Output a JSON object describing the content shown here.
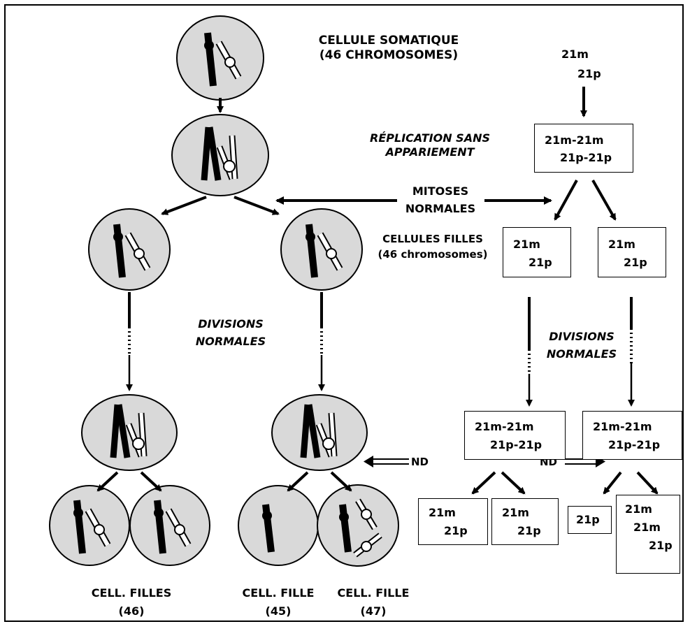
{
  "labels": {
    "somatic_title": "CELLULE SOMATIQUE",
    "somatic_count": "(46 CHROMOSOMES)",
    "replication_1": "RÉPLICATION SANS",
    "replication_2": "APPARIEMENT",
    "mitoses_1": "MITOSES",
    "mitoses_2": "NORMALES",
    "daughters_1": "CELLULES FILLES",
    "daughters_2": "(46 chromosomes)",
    "divisions_1": "DIVISIONS",
    "divisions_2": "NORMALES",
    "nd": "ND",
    "cell_filles": "CELL. FILLES",
    "cell_filles_n": "(46)",
    "cell_fille": "CELL. FILLE",
    "cell_fille_45": "(45)",
    "cell_fille_47": "(47)"
  },
  "chrom": {
    "m": "21m",
    "p": "21p",
    "mm": "21m-21m",
    "pp": "21p-21p"
  },
  "colors": {
    "cell_fill": "#d9d9d9",
    "line": "#000000",
    "background": "#ffffff"
  }
}
